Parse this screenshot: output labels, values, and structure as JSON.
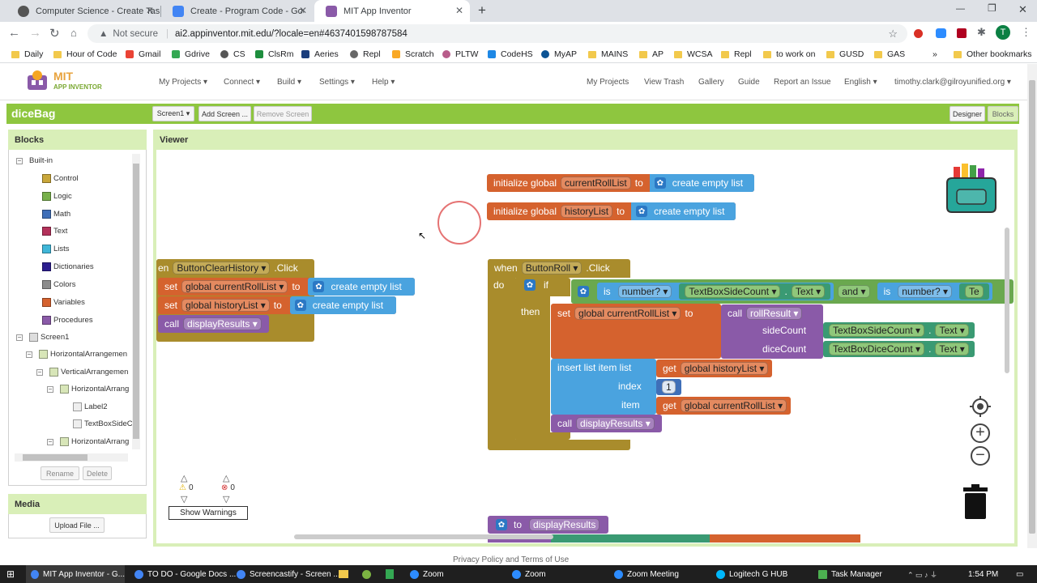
{
  "browser": {
    "tabs": [
      {
        "title": "Computer Science - Create Task",
        "active": false
      },
      {
        "title": "Create - Program Code - Google",
        "active": false
      },
      {
        "title": "MIT App Inventor",
        "active": true
      }
    ],
    "new_tab_symbol": "+",
    "not_secure": "Not secure",
    "url": "ai2.appinventor.mit.edu/?locale=en#4637401598787584",
    "avatar_letter": "T",
    "bookmarks": [
      "Daily",
      "Hour of Code",
      "Gmail",
      "Gdrive",
      "CS",
      "ClsRm",
      "Aeries",
      "Repl",
      "Scratch",
      "PLTW",
      "CodeHS",
      "MyAP",
      "MAINS",
      "AP",
      "WCSA",
      "Repl",
      "to work on",
      "GUSD",
      "GAS"
    ],
    "bookmarks_more": "»",
    "other_bookmarks": "Other bookmarks"
  },
  "app": {
    "logo_mit": "MIT",
    "logo_sub": "APP INVENTOR",
    "menus_left": [
      "My Projects ▾",
      "Connect ▾",
      "Build ▾",
      "Settings ▾",
      "Help ▾"
    ],
    "menus_right": [
      "My Projects",
      "View Trash",
      "Gallery",
      "Guide",
      "Report an Issue",
      "English ▾",
      "timothy.clark@gilroyunified.org ▾"
    ],
    "project_name": "diceBag",
    "screen_select": "Screen1 ▾",
    "add_screen": "Add Screen ...",
    "remove_screen": "Remove Screen",
    "designer": "Designer",
    "blocks": "Blocks"
  },
  "blocks_panel": {
    "header": "Blocks",
    "builtin": "Built-in",
    "builtin_items": [
      {
        "label": "Control",
        "color": "#c9a73a"
      },
      {
        "label": "Logic",
        "color": "#77b04a"
      },
      {
        "label": "Math",
        "color": "#3f6fb8"
      },
      {
        "label": "Text",
        "color": "#b3315a"
      },
      {
        "label": "Lists",
        "color": "#3fb6d8"
      },
      {
        "label": "Dictionaries",
        "color": "#2c1e8f"
      },
      {
        "label": "Colors",
        "color": "#8c8c8c"
      },
      {
        "label": "Variables",
        "color": "#d5622e"
      },
      {
        "label": "Procedures",
        "color": "#8a5aa8"
      }
    ],
    "screen1": "Screen1",
    "components": [
      "HorizontalArrangemen",
      "VerticalArrangemen",
      "HorizontalArrang",
      "Label2",
      "TextBoxSideC",
      "HorizontalArrang"
    ],
    "rename": "Rename",
    "delete": "Delete",
    "media_header": "Media",
    "upload": "Upload File ..."
  },
  "viewer": {
    "header": "Viewer",
    "warnings_count": "0",
    "errors_count": "0",
    "show_warnings": "Show Warnings",
    "footer": "Privacy Policy and Terms of Use"
  },
  "blocks": {
    "init1": {
      "kw": "initialize global",
      "name": "currentRollList",
      "to": "to",
      "val": "create empty list"
    },
    "init2": {
      "kw": "initialize global",
      "name": "historyList",
      "to": "to",
      "val": "create empty list"
    },
    "clear": {
      "when": "en",
      "comp": "ButtonClearHistory ▾",
      "event": ".Click",
      "set1_kw": "set",
      "set1_var": "global currentRollList ▾",
      "set1_to": "to",
      "set1_val": "create empty list",
      "set2_kw": "set",
      "set2_var": "global historyList ▾",
      "set2_to": "to",
      "set2_val": "create empty list",
      "call_kw": "call",
      "call_name": "displayResults ▾"
    },
    "roll": {
      "when": "when",
      "comp": "ButtonRoll ▾",
      "event": ".Click",
      "do": "do",
      "if": "if",
      "then": "then",
      "is_number": "is",
      "number_q": "number? ▾",
      "tb_side": "TextBoxSideCount ▾",
      "dot_text": "Text ▾",
      "and": "and ▾",
      "is2": "is",
      "number_q2": "number? ▾",
      "tb_cut": "Te",
      "set_kw": "set",
      "set_var": "global currentRollList ▾",
      "set_to": "to",
      "call_kw": "call",
      "call_name": "rollResult ▾",
      "side_lbl": "sideCount",
      "side_comp": "TextBoxSideCount ▾",
      "side_prop": "Text ▾",
      "dice_lbl": "diceCount",
      "dice_comp": "TextBoxDiceCount ▾",
      "dice_prop": "Text ▾",
      "insert_kw": "insert list item  list",
      "get1_kw": "get",
      "get1_var": "global historyList ▾",
      "index_lbl": "index",
      "index_val": "1",
      "item_lbl": "item",
      "get2_kw": "get",
      "get2_var": "global currentRollList ▾",
      "call2_kw": "call",
      "call2_name": "displayResults ▾"
    },
    "proc": {
      "to": "to",
      "name": "displayResults"
    }
  },
  "taskbar": {
    "items": [
      "MIT App Inventor - G...",
      "TO DO - Google Docs ...",
      "Screencastify - Screen ...",
      "Zoom",
      "Zoom",
      "Zoom Meeting",
      "Logitech G HUB",
      "Task Manager"
    ],
    "time": "1:54 PM"
  }
}
